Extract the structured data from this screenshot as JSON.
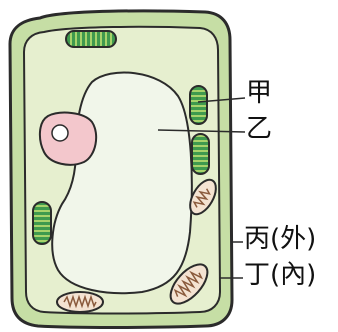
{
  "labels": {
    "jia": "甲",
    "yi": "乙",
    "bing": "丙(外)",
    "ding": "丁(內)"
  },
  "colors": {
    "cell_wall": "#c6dea5",
    "cytoplasm": "#e6efcf",
    "vacuole": "#f1f6ea",
    "nucleus": "#f3c7cc",
    "chloroplast": "#3f9a4e",
    "mitochondrion": "#8a5a3c",
    "outline": "#2b2b2b"
  }
}
